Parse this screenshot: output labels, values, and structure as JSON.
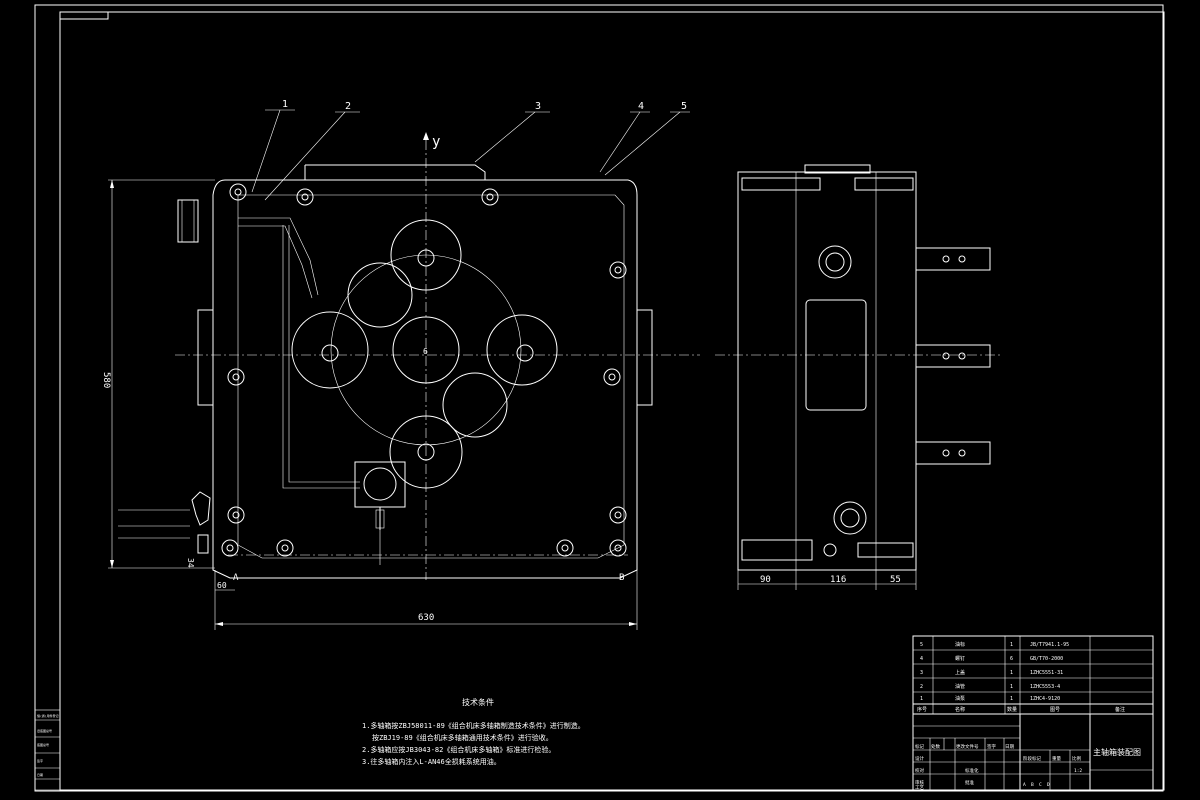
{
  "drawing": {
    "title": "主轴箱装配图",
    "dimensions": {
      "height": "580",
      "width": "630",
      "offset_left": "60",
      "offset_bottom": "34",
      "side_a": "90",
      "side_b": "116",
      "side_c": "55"
    },
    "axis_label": "y",
    "point_a": "A",
    "point_b": "B",
    "balloons": [
      "1",
      "2",
      "3",
      "4",
      "5"
    ],
    "center_label": "6"
  },
  "notes": {
    "heading": "技术条件",
    "lines": [
      "1.多轴箱按ZBJ58011-89《组合机床多轴箱制造技术条件》进行制造。",
      "按ZBJ19-89《组合机床多轴箱通用技术条件》进行验收。",
      "2.多轴箱应按JB3043-82《组合机床多轴箱》标准进行检验。",
      "3.往多轴箱内注入L-AN46全损耗系统用油。"
    ]
  },
  "parts_list": {
    "rows": [
      {
        "no": "5",
        "name": "油标",
        "qty": "1",
        "code": "JB/T7941.1-95"
      },
      {
        "no": "4",
        "name": "螺钉",
        "qty": "6",
        "code": "GB/T70-2000"
      },
      {
        "no": "3",
        "name": "上盖",
        "qty": "1",
        "code": "1ZHC5551-31"
      },
      {
        "no": "2",
        "name": "油管",
        "qty": "1",
        "code": "1ZHC5553-4"
      },
      {
        "no": "1",
        "name": "油泵",
        "qty": "1",
        "code": "1ZHC4-9120"
      }
    ],
    "header": {
      "no": "序号",
      "name": "名称",
      "qty": "数量",
      "code": "图号",
      "remark": "备注"
    }
  },
  "title_block": {
    "labels": [
      "标记",
      "处数",
      "更改文件号",
      "签字",
      "日期",
      "设计",
      "校对",
      "审核",
      "工艺",
      "标准化",
      "批准",
      "阶段标记",
      "重量",
      "比例"
    ],
    "stages": [
      "A",
      "B",
      "C",
      "D"
    ],
    "scale": "1:2"
  },
  "left_strip": [
    "借(通)用件登记",
    "旧底图总号",
    "底图总号",
    "签字",
    "日期"
  ]
}
